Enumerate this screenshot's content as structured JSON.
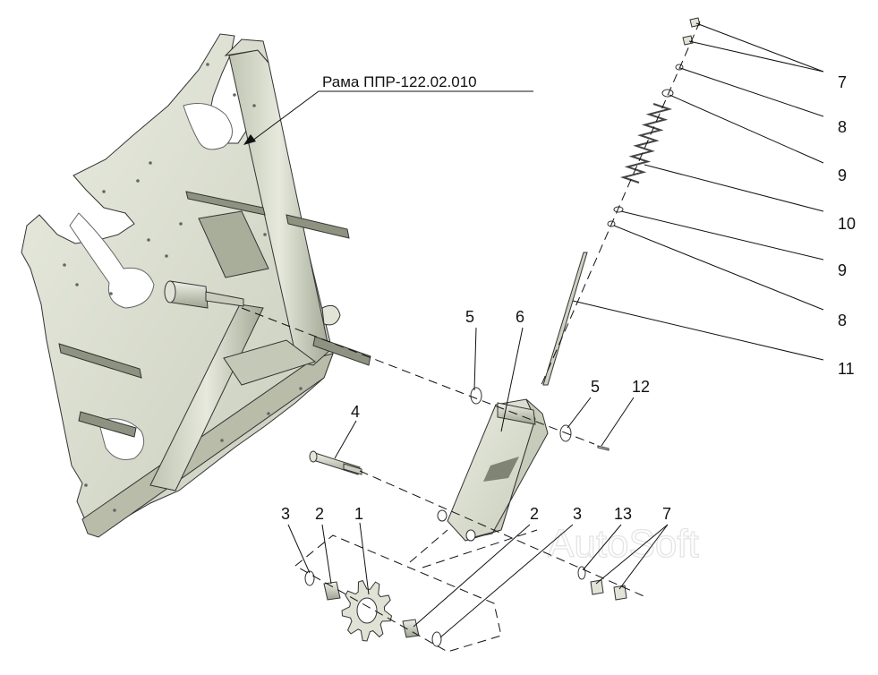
{
  "frame_label": "Рама ППР-122.02.010",
  "watermark": "AutoSoft",
  "callouts": [
    {
      "id": "c7a",
      "text": "7"
    },
    {
      "id": "c8a",
      "text": "8"
    },
    {
      "id": "c9a",
      "text": "9"
    },
    {
      "id": "c10",
      "text": "10"
    },
    {
      "id": "c9b",
      "text": "9"
    },
    {
      "id": "c8b",
      "text": "8"
    },
    {
      "id": "c11",
      "text": "11"
    },
    {
      "id": "c5a",
      "text": "5"
    },
    {
      "id": "c6",
      "text": "6"
    },
    {
      "id": "c5b",
      "text": "5"
    },
    {
      "id": "c12",
      "text": "12"
    },
    {
      "id": "c4",
      "text": "4"
    },
    {
      "id": "c3a",
      "text": "3"
    },
    {
      "id": "c2a",
      "text": "2"
    },
    {
      "id": "c1",
      "text": "1"
    },
    {
      "id": "c2b",
      "text": "2"
    },
    {
      "id": "c3b",
      "text": "3"
    },
    {
      "id": "c13",
      "text": "13"
    },
    {
      "id": "c7b",
      "text": "7"
    }
  ]
}
